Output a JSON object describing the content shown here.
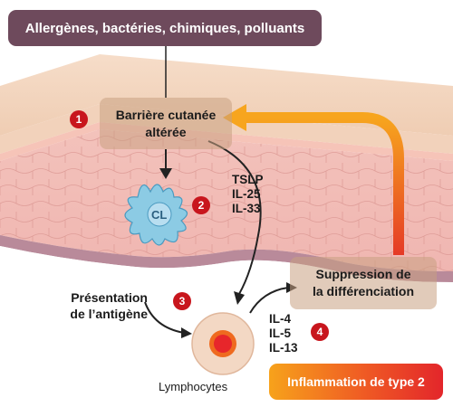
{
  "source_box": "Allergènes, bactéries, chimiques, polluants",
  "barrier_box": {
    "line1": "Barrière cutanée",
    "line2": "altérée"
  },
  "suppression_box": {
    "line1": "Suppression de",
    "line2": "la différenciation"
  },
  "cytokines_dc": [
    "TSLP",
    "IL-25",
    "IL-33"
  ],
  "cytokines_lymph": [
    "IL-4",
    "IL-5",
    "IL-13"
  ],
  "dendritic_cell_label": "CL",
  "antigen_presentation": {
    "line1": "Présentation",
    "line2": "de l’antigène"
  },
  "lymphocytes_label": "Lymphocytes",
  "inflammation_label": "Inflammation de type 2",
  "steps": [
    "1",
    "2",
    "3",
    "4"
  ],
  "colors": {
    "step_badge": "#c8161d",
    "top_box": "#6e4a5c",
    "orange_arrow": "#f59a1e",
    "skin": "#f4c9bf"
  }
}
